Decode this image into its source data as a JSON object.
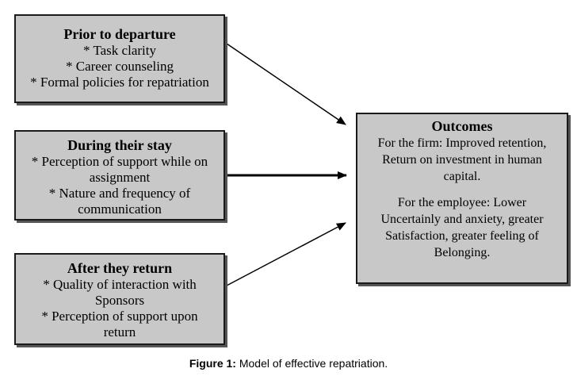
{
  "boxes": {
    "prior": {
      "title": "Prior to departure",
      "lines": [
        "* Task clarity",
        "* Career counseling",
        "* Formal policies for repatriation"
      ]
    },
    "during": {
      "title": "During their stay",
      "lines": [
        "* Perception of support while on",
        "assignment",
        "* Nature and frequency of",
        "communication"
      ]
    },
    "after": {
      "title": "After they return",
      "lines": [
        "* Quality of interaction with",
        "Sponsors",
        "* Perception of support upon",
        "return"
      ]
    },
    "outcomes": {
      "title": "Outcomes",
      "firm_lines": [
        "For the firm: Improved retention,",
        "Return on investment in human",
        "capital."
      ],
      "employee_lines": [
        "For the employee: Lower",
        "Uncertainly and anxiety, greater",
        "Satisfaction, greater feeling of",
        "Belonging."
      ]
    }
  },
  "caption": {
    "label": "Figure 1:",
    "text": " Model of effective repatriation."
  }
}
